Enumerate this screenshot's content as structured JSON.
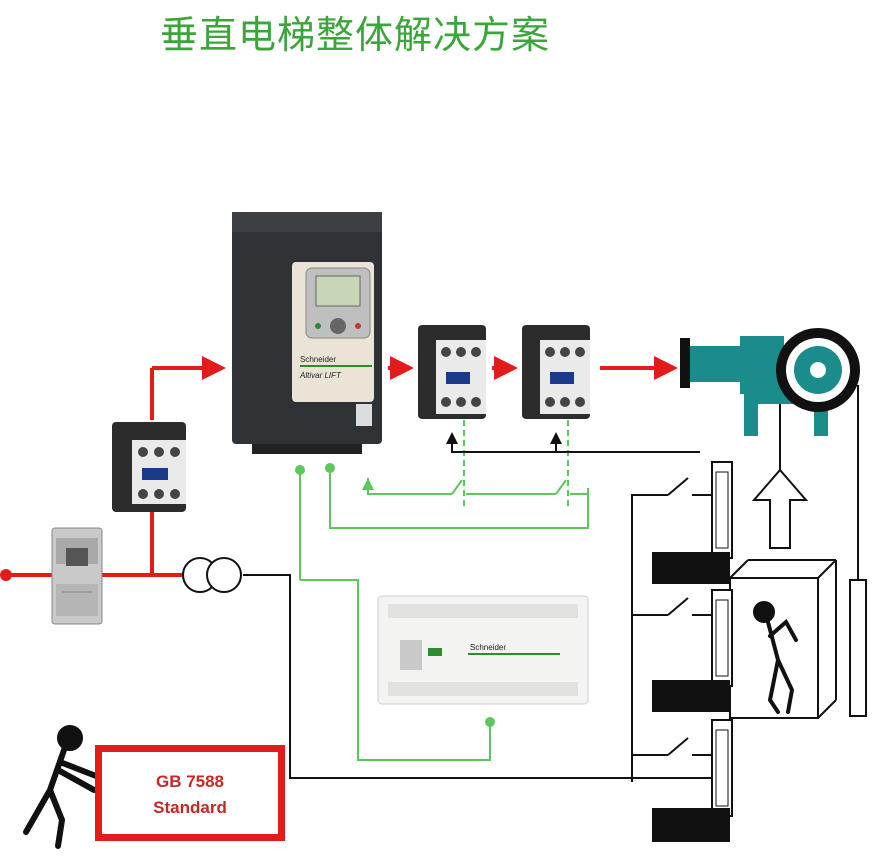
{
  "title": "垂直电梯整体解决方案",
  "vfd": {
    "brand": "Schneider",
    "model": "Altivar LIFT"
  },
  "plc": {
    "brand": "Schneider"
  },
  "standard": {
    "line1": "GB 7588",
    "line2": "Standard"
  },
  "colors": {
    "power": "#e31b1b",
    "control": "#5ac85a",
    "signal": "#111111",
    "motor": "#1a8c8c",
    "title": "#3aa63a"
  }
}
